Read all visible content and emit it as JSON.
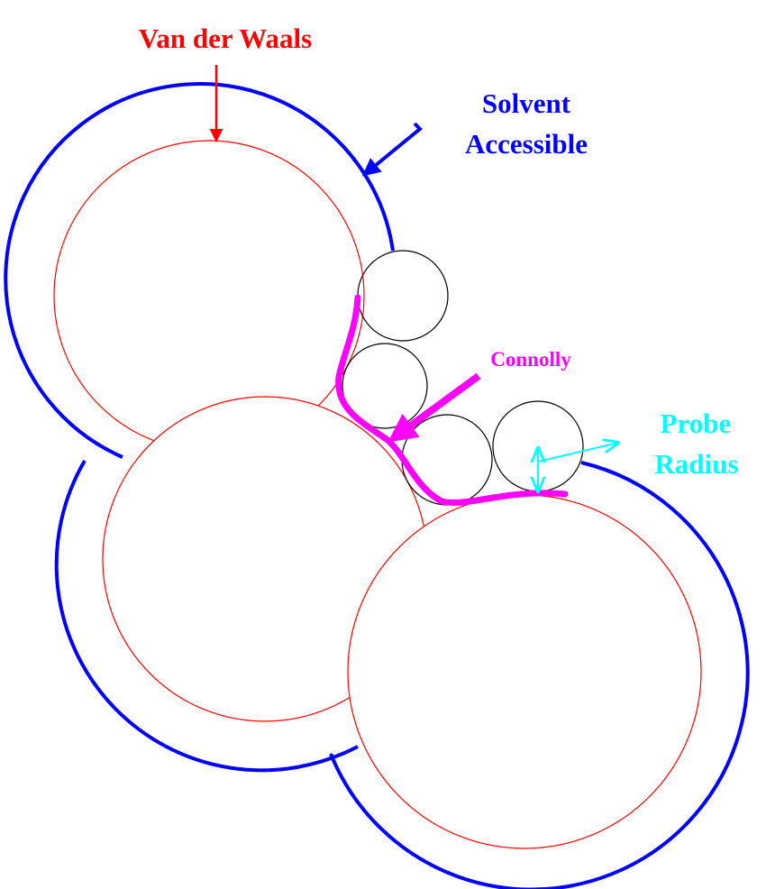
{
  "labels": {
    "vdw": "Van der Waals",
    "sas_line1": "Solvent",
    "sas_line2": "Accessible",
    "connolly": "Connolly",
    "probe_line1": "Probe",
    "probe_line2": "Radius"
  },
  "colors": {
    "vdw": "#ff0000",
    "sas": "#0000ff",
    "connolly": "#ff00ff",
    "probe": "#00ffff",
    "probe_outline": "#000000"
  }
}
